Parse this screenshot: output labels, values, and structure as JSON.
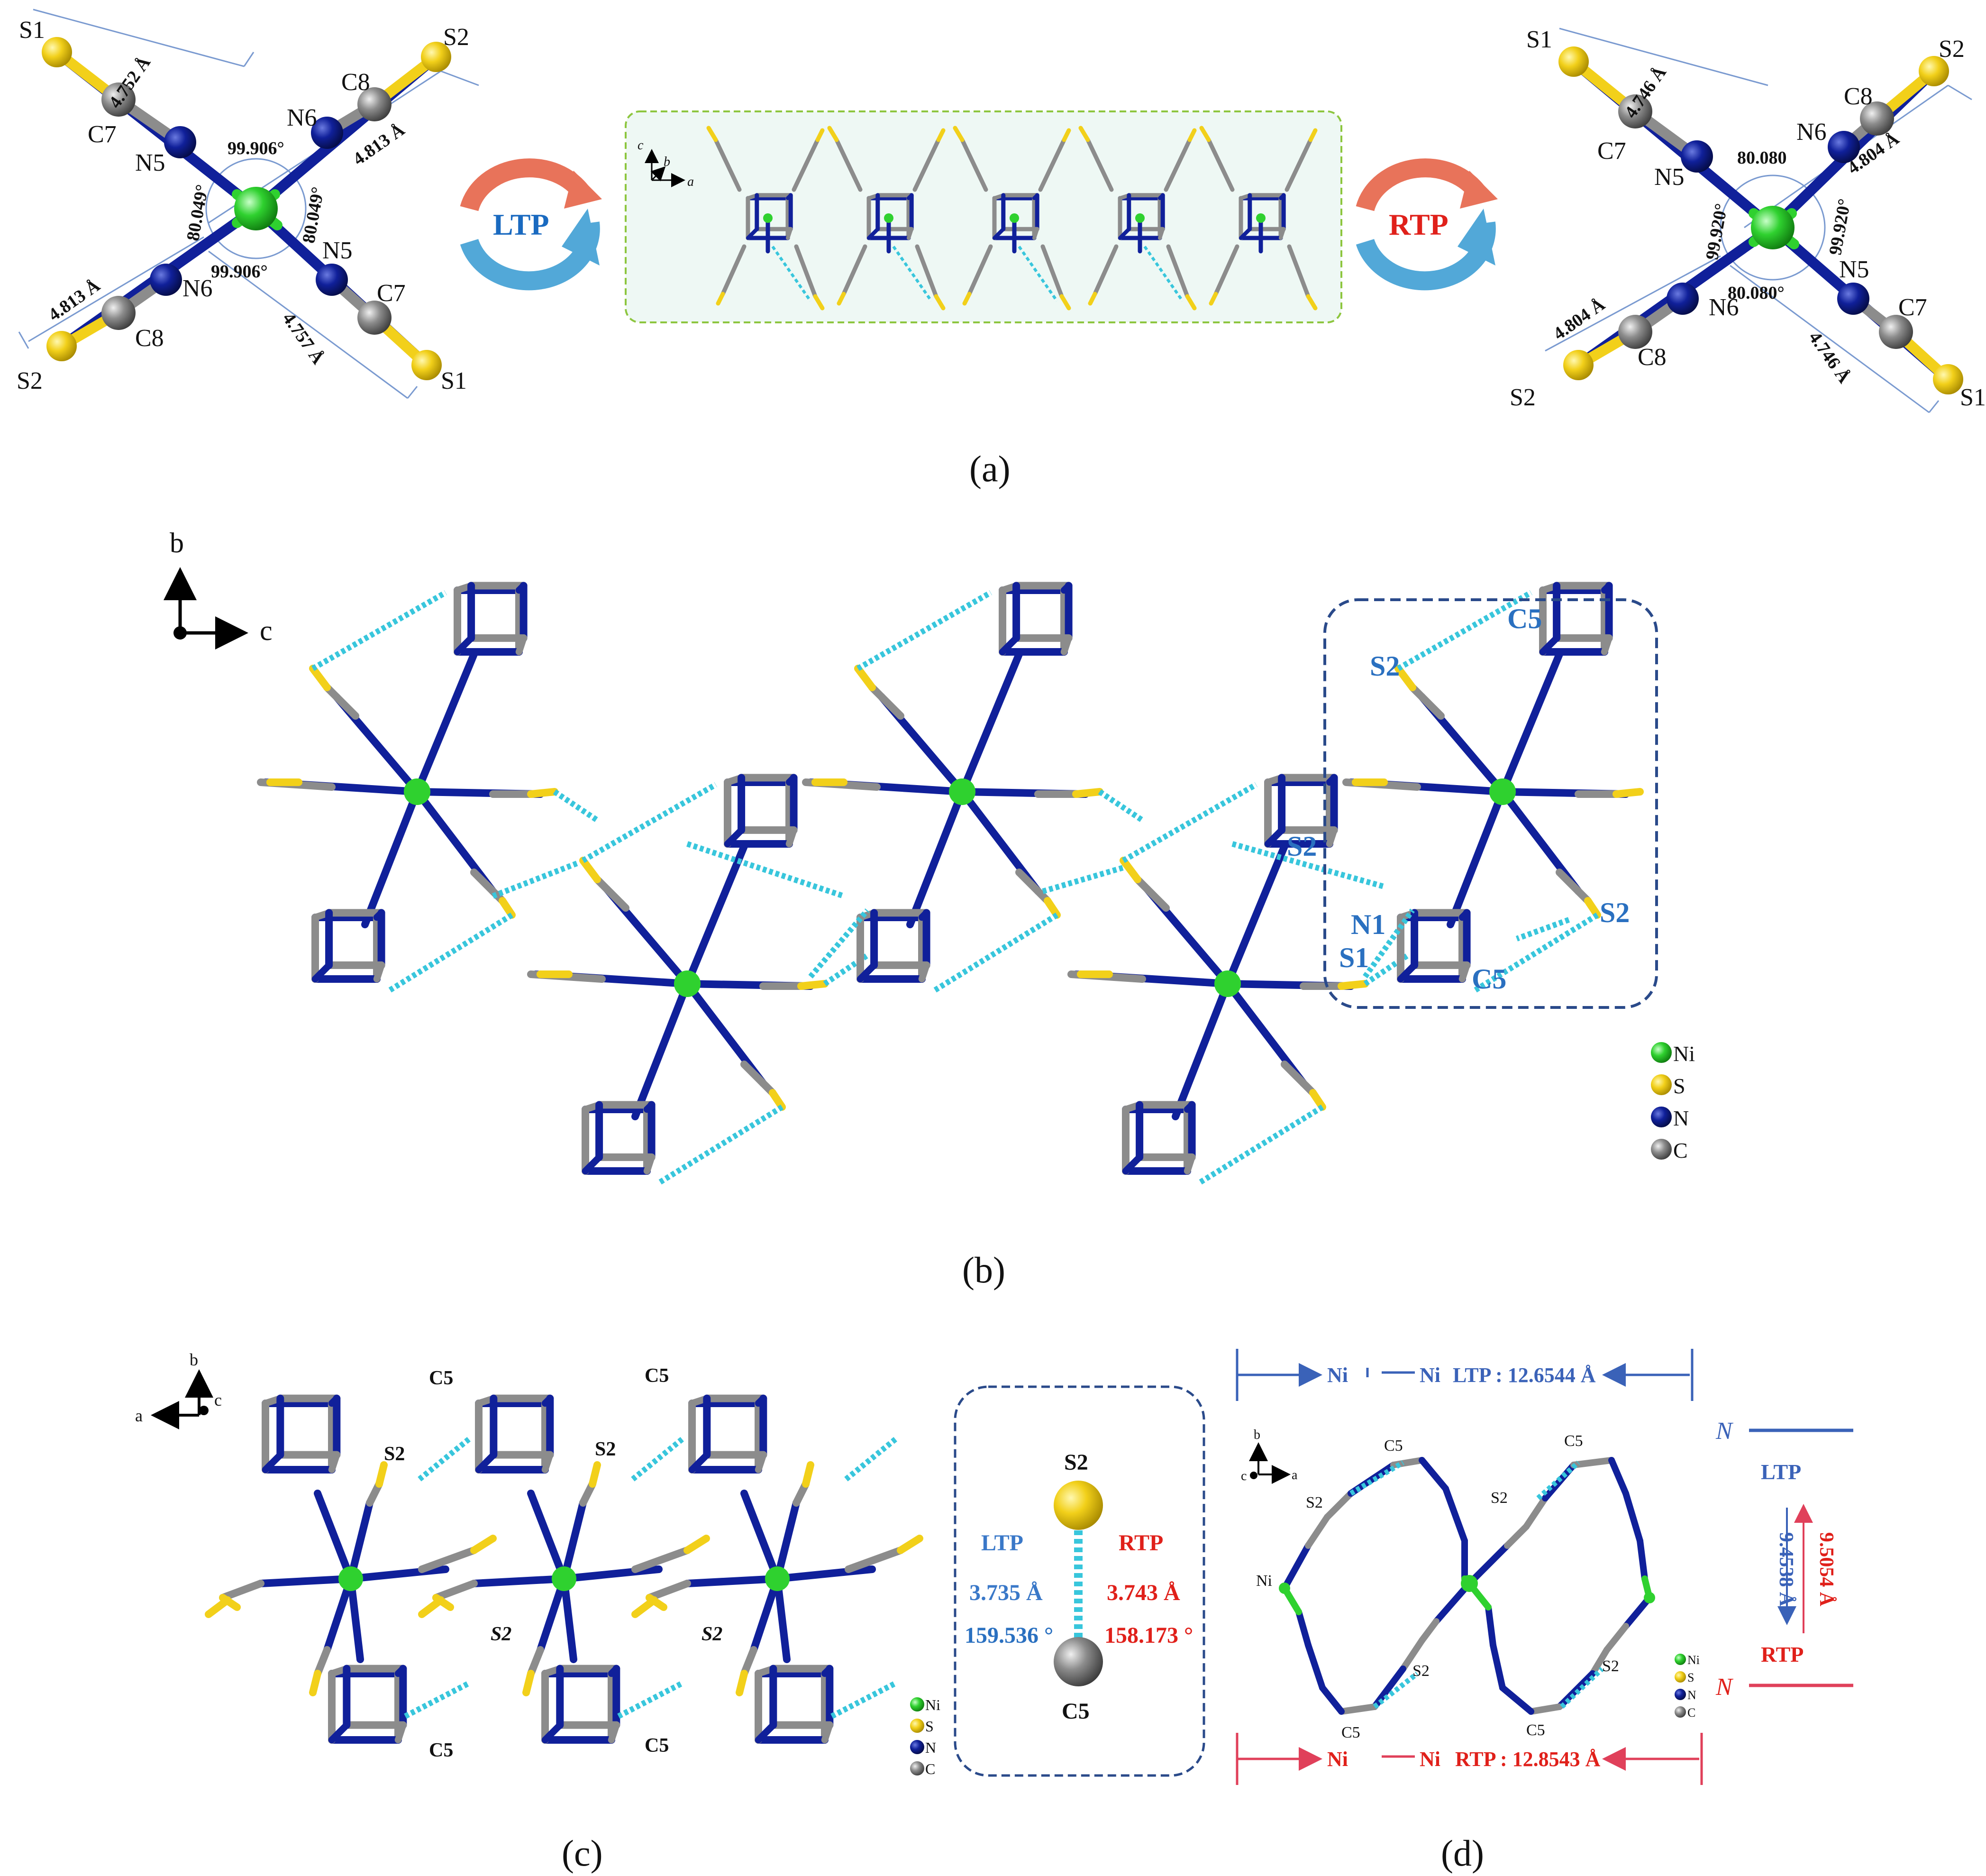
{
  "colors": {
    "ni": "#2fd12f",
    "s": "#f2d01a",
    "n": "#10209a",
    "c": "#8c8c8c",
    "hbond": "#38c6dc",
    "ltp_text": "#3a78c8",
    "rtp_text": "#e0201a",
    "frame": "#2a4a8a",
    "panel_bg": "#eef8f4",
    "panel_border": "#8dc63f"
  },
  "legend": {
    "ni": "Ni",
    "s": "S",
    "n": "N",
    "c": "C"
  },
  "panel_a": {
    "caption": "(a)",
    "ltp": "LTP",
    "rtp": "RTP",
    "axes": {
      "c": "c",
      "b": "b",
      "a": "a"
    },
    "left": {
      "atoms": {
        "s1_top": "S1",
        "s2_top": "S2",
        "c7_top": "C7",
        "c8_top": "C8",
        "n5_top": "N5",
        "n6_top": "N6",
        "n5_bot": "N5",
        "n6_bot": "N6",
        "c7_bot": "C7",
        "c8_bot": "C8",
        "s1_bot": "S1",
        "s2_bot": "S2"
      },
      "d1": "4.752 Å",
      "d2": "4.813 Å",
      "d3": "4.813 Å",
      "d4": "4.757 Å",
      "ang_top": "99.906°",
      "ang_left": "80.049°",
      "ang_right": "80.049°",
      "ang_bot": "99.906°"
    },
    "right": {
      "atoms": {
        "s1_top": "S1",
        "s2_top": "S2",
        "c7_top": "C7",
        "c8_top": "C8",
        "n5_top": "N5",
        "n6_top": "N6",
        "n5_bot": "N5",
        "n6_bot": "N6",
        "c7_bot": "C7",
        "c8_bot": "C8",
        "s1_bot": "S1",
        "s2_bot": "S2"
      },
      "d1": "4.746 Å",
      "d2": "4.804 Å",
      "d3": "4.804 Å",
      "d4": "4.746 Å",
      "ang_top": "80.080",
      "ang_left": "99.920°",
      "ang_right": "99.920°",
      "ang_bot": "80.080°"
    }
  },
  "panel_b": {
    "caption": "(b)",
    "axes": {
      "b": "b",
      "c": "c"
    },
    "labels": {
      "c5_top": "C5",
      "s2_box": "S2",
      "s2_mid": "S2",
      "n1": "N1",
      "s1": "S1",
      "s2_right": "S2",
      "c5_bot": "C5"
    }
  },
  "panel_c": {
    "caption": "(c)",
    "axes": {
      "b": "b",
      "a": "a",
      "c": "c"
    },
    "labels": {
      "c5_1": "C5",
      "s2_1": "S2",
      "c5_2": "C5",
      "s2_2": "S2",
      "s2_3": "S2",
      "c5_3": "C5",
      "s2_4": "S2",
      "c5_4": "C5"
    },
    "inset": {
      "s2": "S2",
      "c5": "C5",
      "ltp": "LTP",
      "rtp": "RTP",
      "ltp_dist": "3.735 Å",
      "rtp_dist": "3.743 Å",
      "ltp_ang": "159.536 °",
      "rtp_ang": "158.173 °"
    }
  },
  "panel_d": {
    "caption": "(d)",
    "axes": {
      "b": "b",
      "c": "c",
      "a": "a"
    },
    "top_ni1": "Ni",
    "top_ni2": "Ni",
    "top_text": "LTP : 12.6544 Å",
    "bot_ni1": "Ni",
    "bot_ni2": "Ni",
    "bot_text": "RTP : 12.8543 Å",
    "labels": {
      "c5_tl": "C5",
      "c5_tr": "C5",
      "s2_l": "S2",
      "s2_r": "S2",
      "ni": "Ni",
      "s2_ml": "S2",
      "s2_mr": "S2",
      "c5_bl": "C5",
      "c5_br": "C5"
    },
    "n_top": "N",
    "n_bot": "N",
    "ltp": "LTP",
    "rtp": "RTP",
    "ltp_val": "9.4538 Å",
    "rtp_val": "9.5054 Å"
  }
}
